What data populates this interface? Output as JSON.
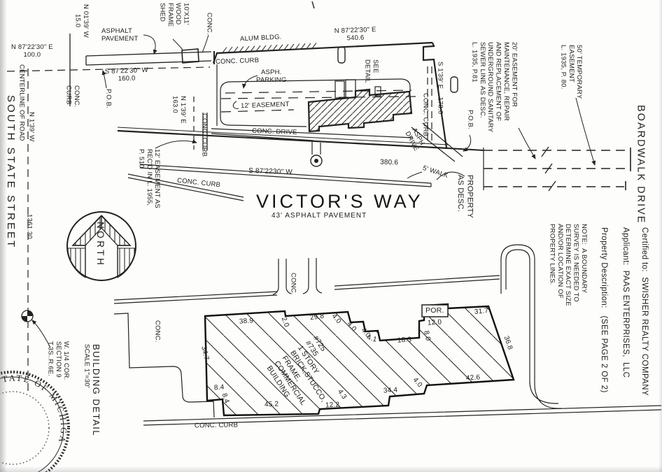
{
  "site_plan": {
    "street_main": "SOUTH STATE STREET",
    "centerline": "CENTERLINE OF ROAD",
    "bearing_n139w": "N 1'39' W",
    "dim_1361_30": "1361.30",
    "bearing_n0139w": "N 01'39' W\n15.0",
    "asphalt_pavement": "ASPHALT\nPAVEMENT",
    "shed": "10'X11'\nWOOD\nFRAME\nSHED",
    "conc_at_shed": "CONC.",
    "alum_bldg": "ALUM BLDG.",
    "bearing_n872230e_540": "N 87'22'30\" E\n540.6",
    "bearing_n872230e_100": "N 87'22'30\" E\n100.0",
    "bearing_s872230w_160": "S 87'22'30\" W\n160.0",
    "conc_curb_left": "CONC.\nCURB",
    "pob_left": "P.O.B.",
    "conc_curb_top": "CONC. CURB",
    "asph_parking": "ASPH.\nPARKING",
    "bearing_n139e_163": "N 1'39' E\n163.0",
    "conc_curb_west_drive": "CONC. CURB",
    "easement_12": "12' EASEMENT",
    "see_detail": "SEE\nDETAIL",
    "bearing_s139e_178": "S 1'39' E    178.0",
    "conc_curb_east_drive": "CONC. CURB",
    "asph_drive": "ASPH.\nDRIVE",
    "conc_drive": "CONC. DRIVE",
    "bearing_s872230w_road": "S 87'2230\" W",
    "dim_380_6": "380.6",
    "walk_5": "5' WALK",
    "conc_curb_south": "CONC. CURB",
    "easement_12_recd": "12' EASEMENT AS\nREC'D IN L. 1955,\nP. 510",
    "road_name": "VICTOR'S WAY",
    "road_sub": "43' ASPHALT PAVEMENT",
    "pob_right": "P.O.B.",
    "property_as_desc": "PROPERTY\nAS DESC.",
    "easement_20": "20' EASEMENT FOR\nMAINTENANCE, REPAIR\nAND REPLACEMENT OF\nUNDERGROUND SANITARY\nSEWER LINE AS DESC.\nL. 1935, P.81",
    "easement_50": "50' TEMPORARY\nEASEMENT\nL. 1935, P. 80.",
    "boardwalk": "BOARDWALK DRIVE"
  },
  "compass": {
    "north": "NORTH"
  },
  "corner_marker": {
    "label": "W. 1/4 COR.\nSECTION 9\nT.3S..R.6E."
  },
  "detail": {
    "title": "BUILDING DETAIL",
    "scale": "SCALE 1\"=30'",
    "conc_apron": "CONC.",
    "conc_drive": "CONC.",
    "conc_curb_bottom": "CONC. CURB",
    "building_text": "#725\n#735\n1 STORY\nBRICK,STUCCO,\nFRAME,\nCOMMERCIAL\nBUILDING",
    "por": "POR.",
    "dims": {
      "d38_9": "38.9",
      "d2_0": "2.0",
      "d29_8": "29.8",
      "d4_0": "4.0",
      "d4_1": "4.1",
      "d18_3": "18.3",
      "d8_0": "8.0",
      "d12_0": "12.0",
      "d31_7": "31.7",
      "d36_8": "36.8",
      "d42_6": "42.6",
      "d34_4": "34.4",
      "d4_3": "4.3",
      "d12_2": "12.2",
      "d45_2": "45.2",
      "d8_4": "8.4",
      "d34_7": "34.7"
    }
  },
  "title_block": {
    "certified": "Certified to:  SWISHER REALTY COMPANY",
    "applicant": "Applicant:  PAAS ENTERPRISES,  LLC",
    "property_description": "Property Description:   (SEE PAGE 2 OF 2)",
    "note": "NOTE:  A BOUNDARY\nSURVEY IS NEEDED TO\nDETERMINE EXACT SIZE\nAND/OR LOCATION OF\nPROPERTY LINES."
  },
  "seal": {
    "text": "STATE OF MICHIGAN"
  }
}
